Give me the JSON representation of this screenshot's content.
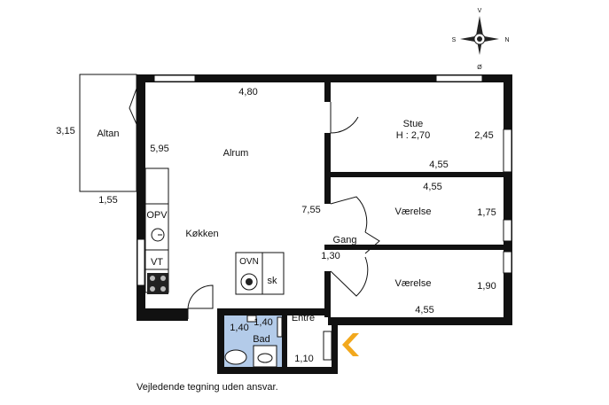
{
  "compass": {
    "n": "N",
    "s": "S",
    "v": "V",
    "o": "Ø"
  },
  "rooms": {
    "altan": "Altan",
    "alrum": "Alrum",
    "kokken": "Køkken",
    "stue": "Stue",
    "stue_height": "H : 2,70",
    "vaerelse1": "Værelse",
    "vaerelse2": "Værelse",
    "gang": "Gang",
    "entre": "Entré",
    "bad": "Bad"
  },
  "fixtures": {
    "opv": "OPV",
    "vt": "VT",
    "ovn": "OVN",
    "sk": "sk"
  },
  "dimensions": {
    "alrum_width": "4,80",
    "altan_depth": "3,15",
    "altan_width": "1,55",
    "kitchen_length": "5,95",
    "stue_depth": "2,45",
    "stue_width": "4,55",
    "vaerelse1_width": "4,55",
    "vaerelse1_depth": "1,75",
    "vaerelse2_depth": "1,90",
    "vaerelse2_width": "4,55",
    "hall_length": "7,55",
    "gang_width": "1,30",
    "bad_width": "1,40",
    "bad_depth": "1,40",
    "entre_width": "1,10"
  },
  "disclaimer": "Vejledende tegning uden ansvar.",
  "colors": {
    "wall": "#111111",
    "bath": "#b3cbe9",
    "entrance_arrow": "#f2a81d"
  }
}
